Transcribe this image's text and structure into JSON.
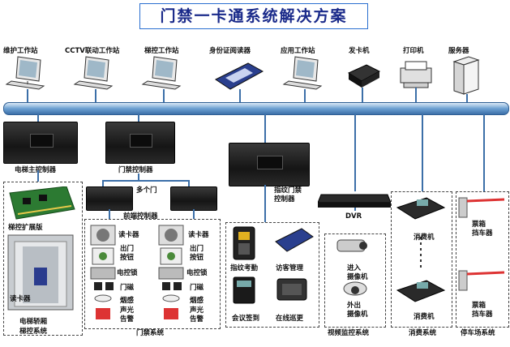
{
  "title": "门禁一卡通系统解决方案",
  "top_devices": [
    {
      "label": "维护工作站",
      "icon": "computer-icon"
    },
    {
      "label": "CCTV联动工作站",
      "icon": "computer-icon"
    },
    {
      "label": "梯控工作站",
      "icon": "computer-icon"
    },
    {
      "label": "身份证阅读器",
      "icon": "id-card-reader-icon"
    },
    {
      "label": "应用工作站",
      "icon": "computer-icon"
    },
    {
      "label": "发卡机",
      "icon": "card-issuer-icon"
    },
    {
      "label": "打印机",
      "icon": "printer-icon"
    },
    {
      "label": "服务器",
      "icon": "server-icon"
    }
  ],
  "elevator": {
    "main_controller": "电梯主控制器",
    "expansion_board": "梯控扩展版",
    "reader": "读卡器",
    "car": "电梯轿厢",
    "system": "梯控系统"
  },
  "door": {
    "controller": "门禁控制器",
    "multi_door": "多个门",
    "front_controller": "前端控制器",
    "left": {
      "reader": "读卡器",
      "exit_button": "出门\n按钮",
      "lock": "电控锁",
      "magnet": "门磁",
      "smoke": "烟感",
      "alarm": "声光\n告警"
    },
    "right": {
      "reader": "读卡器",
      "exit_button": "出门\n按钮",
      "lock": "电控锁",
      "magnet": "门磁",
      "smoke": "烟感",
      "alarm": "声光\n告警"
    },
    "system": "门禁系统"
  },
  "fingerprint": {
    "controller": "指纹门禁\n控制器",
    "attendance": "指纹考勤",
    "visitor": "访客管理",
    "meeting": "会议签到",
    "patrol": "在线巡更"
  },
  "video": {
    "dvr": "DVR",
    "in_camera": "进入\n摄像机",
    "out_camera": "外出\n摄像机",
    "system": "视频监控系统"
  },
  "pos": {
    "pos1": "消费机",
    "pos2": "消费机",
    "system": "消费系统"
  },
  "parking": {
    "barrier1": "票箱\n挡车器",
    "barrier2": "票箱\n挡车器",
    "system": "停车场系统"
  }
}
